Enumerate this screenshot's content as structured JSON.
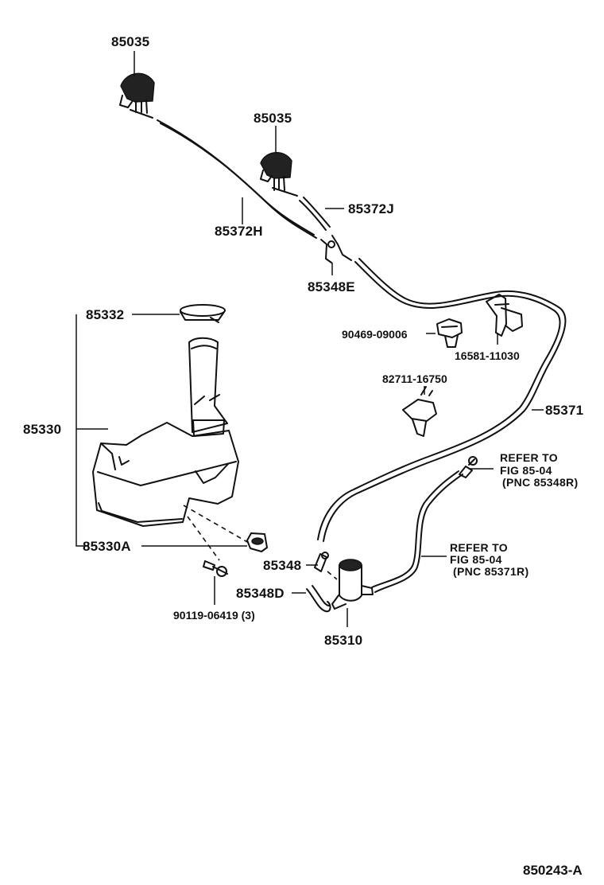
{
  "labels": {
    "nozzle_1": "85035",
    "nozzle_2": "85035",
    "hose_j": "85372J",
    "hose_h": "85372H",
    "joint_e": "85348E",
    "cap": "85332",
    "clip": "90469-09006",
    "clamp": "16581-11030",
    "grommet": "82711-16750",
    "tank": "85330",
    "hose_main": "85371",
    "cushion": "85330A",
    "bolt": "90119-06419 (3)",
    "joint": "85348",
    "joint_d": "85348D",
    "pump": "85310"
  },
  "refs": {
    "refer_a_line1": "REFER TO",
    "refer_a_line2": "FIG 85-04",
    "refer_a_line3": "(PNC 85348R)",
    "refer_b_line1": "REFER TO",
    "refer_b_line2": "FIG 85-04",
    "refer_b_line3": "(PNC 85371R)"
  },
  "diagram_code": "850243-A"
}
